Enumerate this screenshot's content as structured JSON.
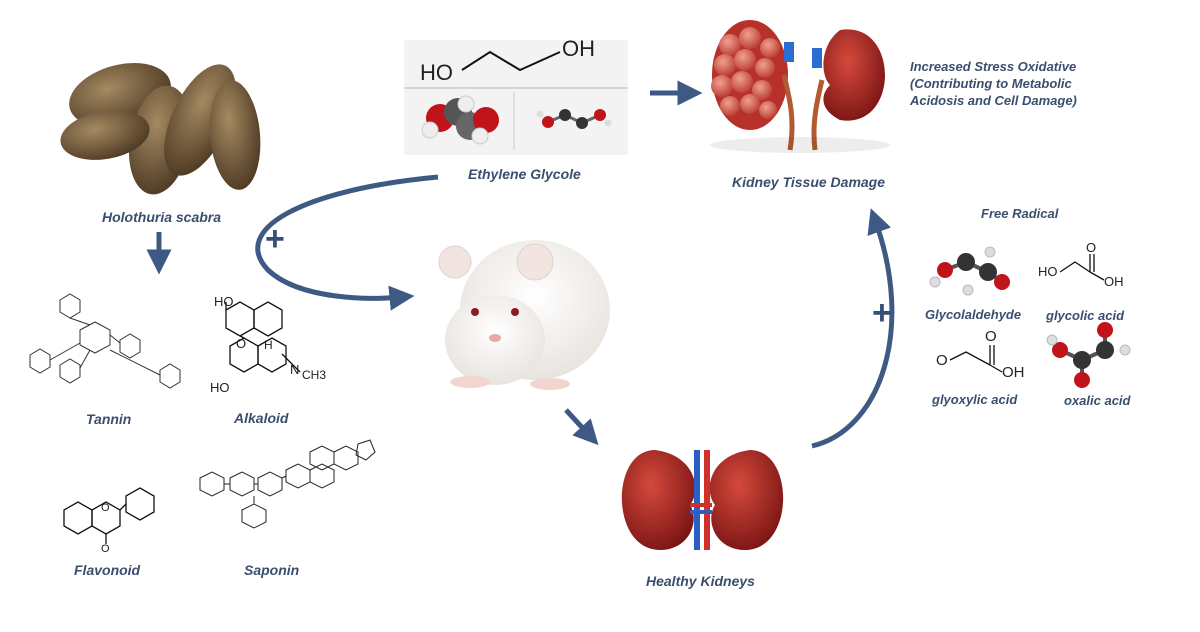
{
  "labels": {
    "holothuria": "Holothuria scabra",
    "tannin": "Tannin",
    "alkaloid": "Alkaloid",
    "flavonoid": "Flavonoid",
    "saponin": "Saponin",
    "ethylene_glycole": "Ethylene Glycole",
    "kidney_damage": "Kidney Tissue Damage",
    "healthy_kidneys": "Healthy Kidneys",
    "free_radical": "Free Radical"
  },
  "stress_note": {
    "line1": "Increased Stress Oxidative",
    "line2": "(Contributing to Metabolic",
    "line3": "Acidosis and Cell Damage)"
  },
  "eg_formula": {
    "left": "HO",
    "right": "OH"
  },
  "free_radicals": {
    "glycolaldehyde": "Glycolaldehyde",
    "glycolic_acid": "glycolic acid",
    "glyoxylic_acid": "glyoxylic acid",
    "oxalic_acid": "oxalic acid"
  },
  "structure_text": {
    "alkaloid_ho_top": "HO",
    "alkaloid_o": "O",
    "alkaloid_h": "H",
    "alkaloid_n": "N",
    "alkaloid_ch3": "CH3",
    "alkaloid_ho_bottom": "HO",
    "flavonoid_o_ring": "O",
    "flavonoid_o_carbonyl": "O",
    "glycolic_ho": "HO",
    "glycolic_o": "O",
    "glycolic_oh": "OH",
    "glyoxylic_o_left": "O",
    "glyoxylic_o_top": "O",
    "glyoxylic_oh": "OH"
  },
  "plus_signs": [
    "+",
    "+"
  ],
  "colors": {
    "arrow": "#3e5a84",
    "label": "#3a4f6e",
    "kidney": "#8f1f1f",
    "oxygen": "#c0141a"
  }
}
